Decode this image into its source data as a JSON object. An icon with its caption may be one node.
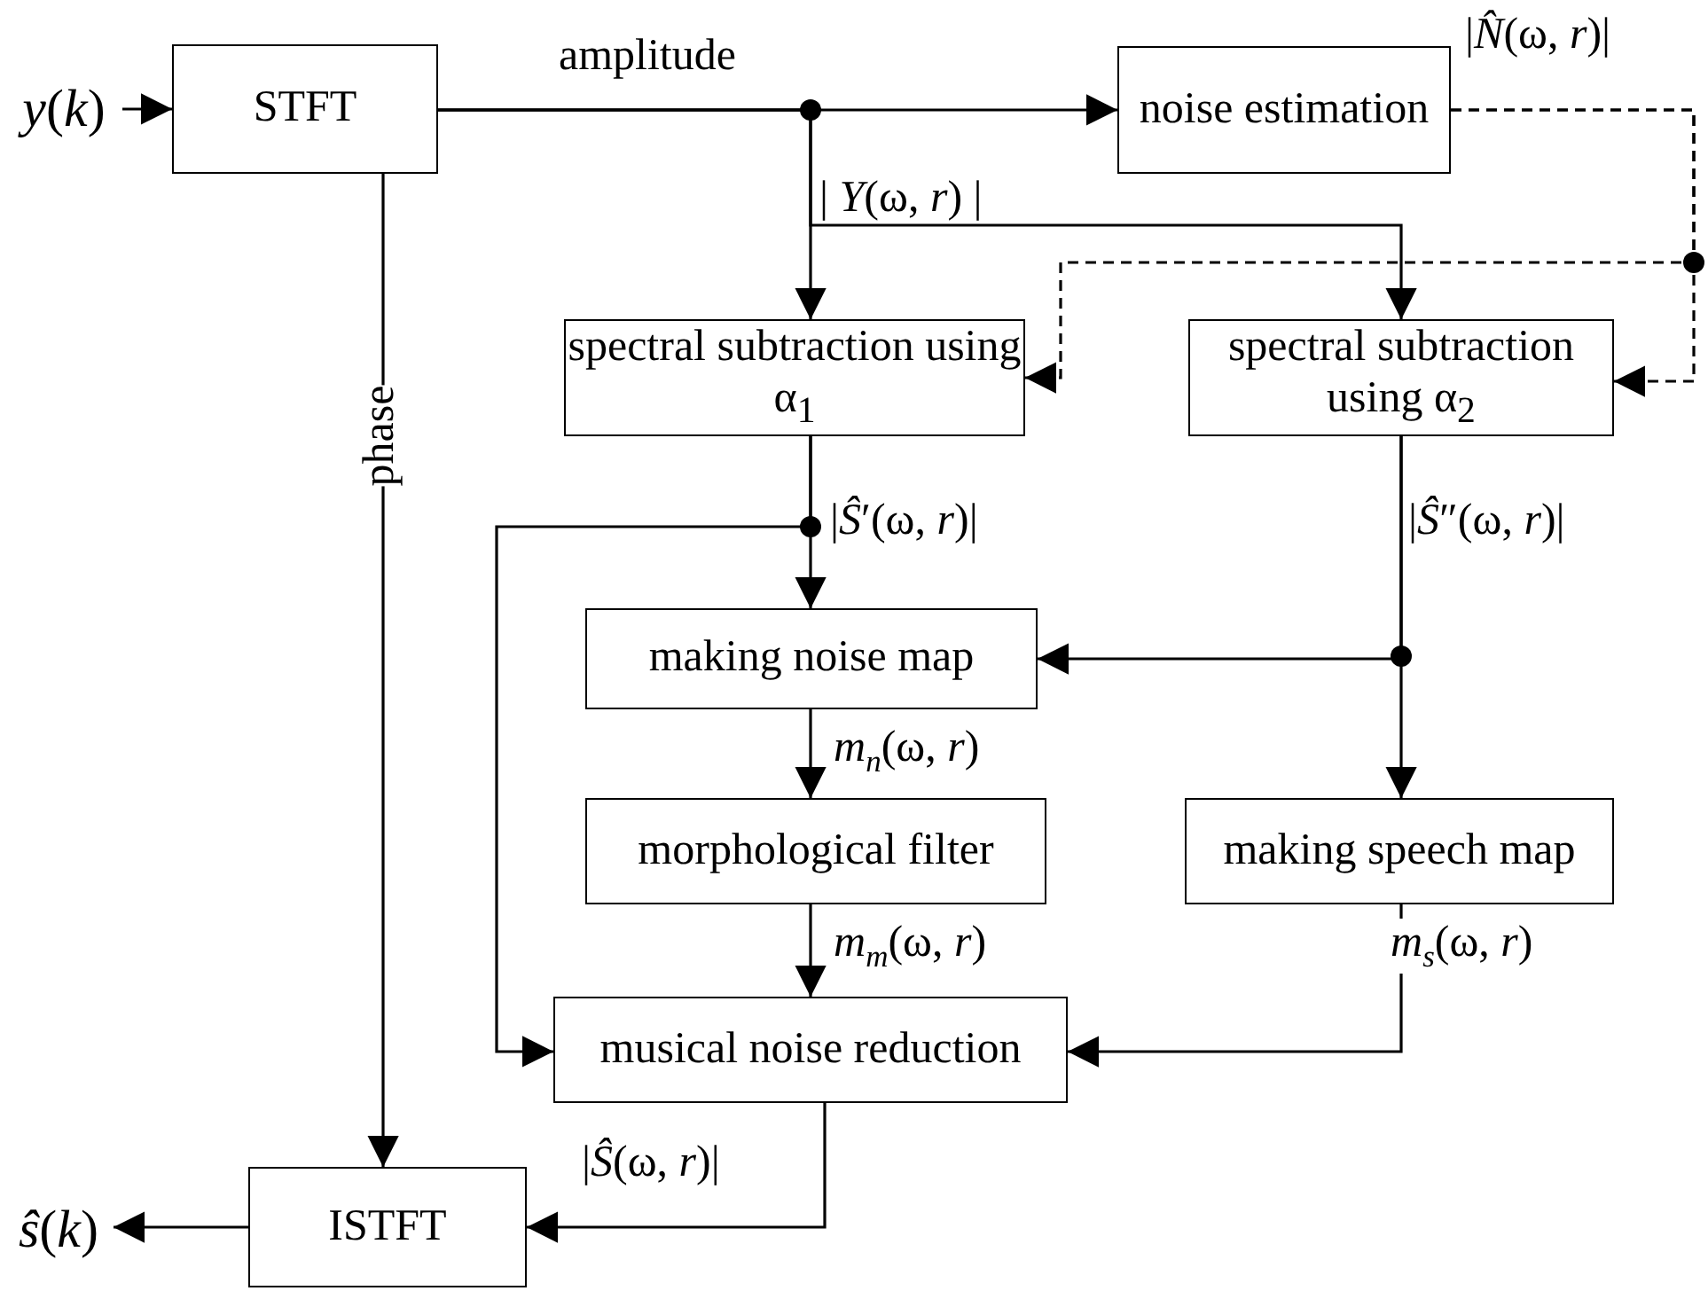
{
  "diagram": {
    "nodes": [
      {
        "text": [
          "*y*(*k*)"
        ]
      },
      {
        "text": [
          "STFT"
        ]
      },
      {
        "text": [
          "noise estimation"
        ]
      },
      {
        "text": [
          "spectral subtraction using α$_{1}$"
        ]
      },
      {
        "text": [
          "spectral subtraction using α$_{2}$"
        ]
      },
      {
        "text": [
          "making noise map"
        ]
      },
      {
        "text": [
          "morphological filter"
        ]
      },
      {
        "text": [
          "making speech map"
        ]
      },
      {
        "text": [
          "musical noise reduction"
        ]
      },
      {
        "text": [
          "ISTFT"
        ]
      },
      {
        "text": [
          "*ŝ*(*k*)"
        ]
      }
    ],
    "edges": [
      {
        "from": 0,
        "to": 1,
        "arrow": "to"
      },
      {
        "from": 1,
        "to": 2,
        "arrow": "to",
        "label": "amplitude"
      },
      {
        "from": 1,
        "to": 3,
        "arrow": "to",
        "label": "| *Y*(ω, *r*) |"
      },
      {
        "from": 1,
        "to": 4,
        "arrow": "to"
      },
      {
        "from": 2,
        "to": 3,
        "arrow": "to",
        "style": "dashed",
        "label": "|*N̂*(ω, *r*)|"
      },
      {
        "from": 2,
        "to": 4,
        "arrow": "to",
        "style": "dashed"
      },
      {
        "from": 1,
        "to": 9,
        "arrow": "to",
        "label": "phase"
      },
      {
        "from": 3,
        "to": 5,
        "arrow": "to",
        "label": "|*Ŝ*′(ω, *r*)|"
      },
      {
        "from": 3,
        "to": 8,
        "arrow": "to"
      },
      {
        "from": 4,
        "to": 5,
        "arrow": "to",
        "label": "|*Ŝ*″(ω, *r*)|"
      },
      {
        "from": 4,
        "to": 7,
        "arrow": "to"
      },
      {
        "from": 5,
        "to": 6,
        "arrow": "to",
        "label": "*m*$_{n}$(ω, *r*)"
      },
      {
        "from": 6,
        "to": 8,
        "arrow": "to",
        "label": "*m*$_{m}$(ω, *r*)"
      },
      {
        "from": 7,
        "to": 8,
        "arrow": "to",
        "label": "*m*$_{s}$(ω, *r*)"
      },
      {
        "from": 8,
        "to": 9,
        "arrow": "to",
        "label": "|*Ŝ*(ω, *r*)|"
      },
      {
        "from": 9,
        "to": 10,
        "arrow": "to"
      }
    ]
  }
}
